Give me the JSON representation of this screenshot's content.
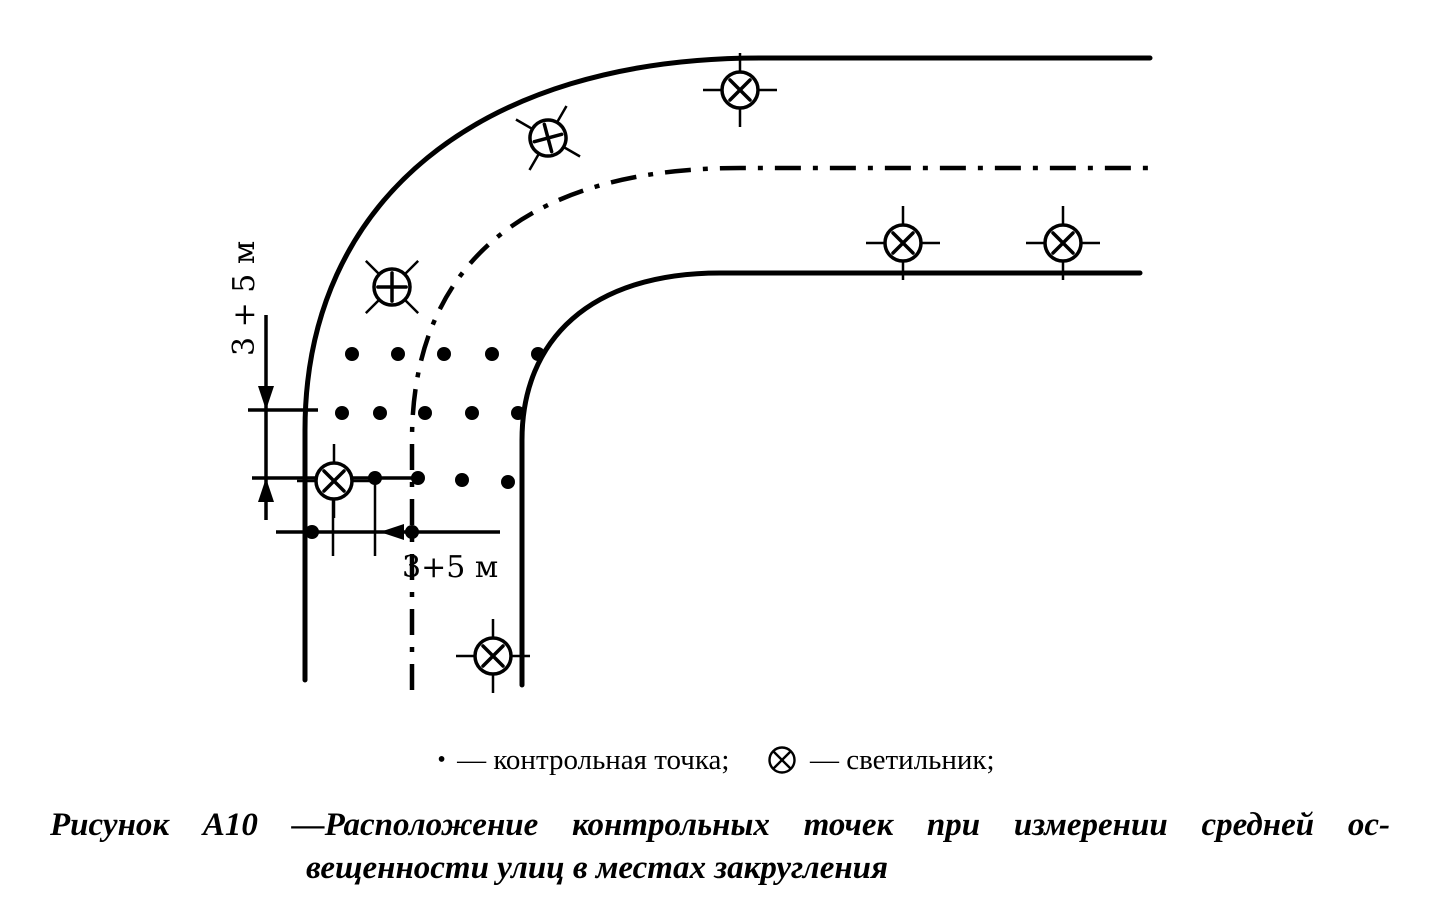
{
  "dimensions": {
    "vertical_spacing_label": "3 + 5 м",
    "horizontal_spacing_label": "3+5 м"
  },
  "legend": {
    "control_point_symbol": "•",
    "control_point_label": "— контрольная точка;",
    "luminaire_label": "— светильник;"
  },
  "caption": {
    "line1": "Рисунок А10 —Расположение контрольных точек при измерении средней ос-",
    "line2": "вещенности улиц в местах закругления"
  },
  "colors": {
    "ink": "#000000",
    "paper": "#ffffff"
  }
}
